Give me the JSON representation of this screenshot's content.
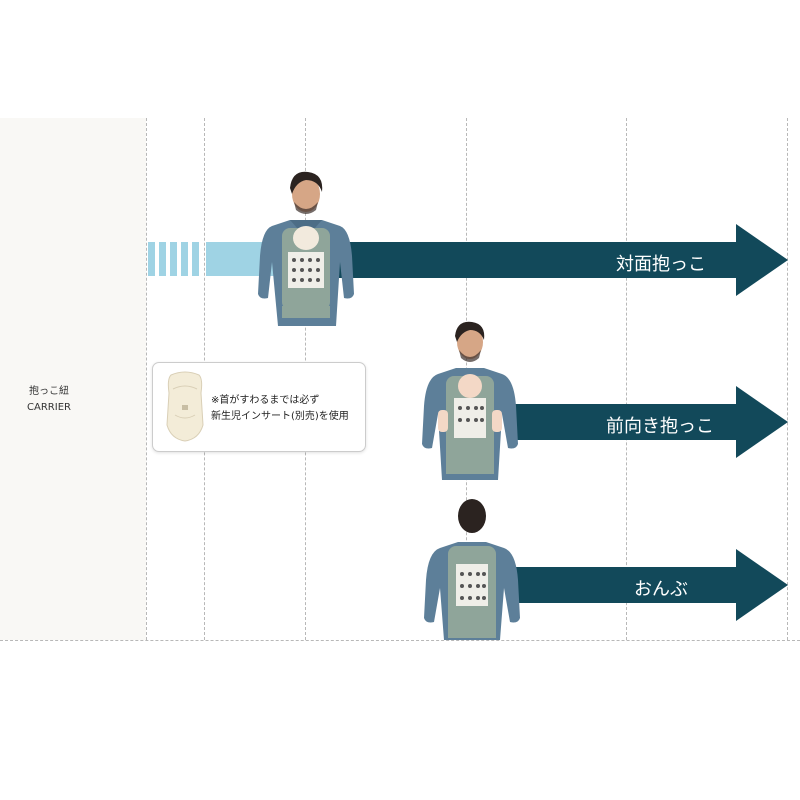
{
  "side": {
    "label_jp": "抱っこ紐",
    "label_en": "CARRIER"
  },
  "positions": [
    {
      "label": "対面抱っこ",
      "carry": "front-facing-in"
    },
    {
      "label": "前向き抱っこ",
      "carry": "front-facing-out"
    },
    {
      "label": "おんぶ",
      "carry": "back"
    }
  ],
  "note": {
    "line1": "※首がすわるまでは必ず",
    "line2": "新生児インサート(別売)を使用"
  },
  "colors": {
    "arrow": "#12495a",
    "newborn_bar": "#9fd3e4",
    "panel": "#f9f8f5"
  }
}
